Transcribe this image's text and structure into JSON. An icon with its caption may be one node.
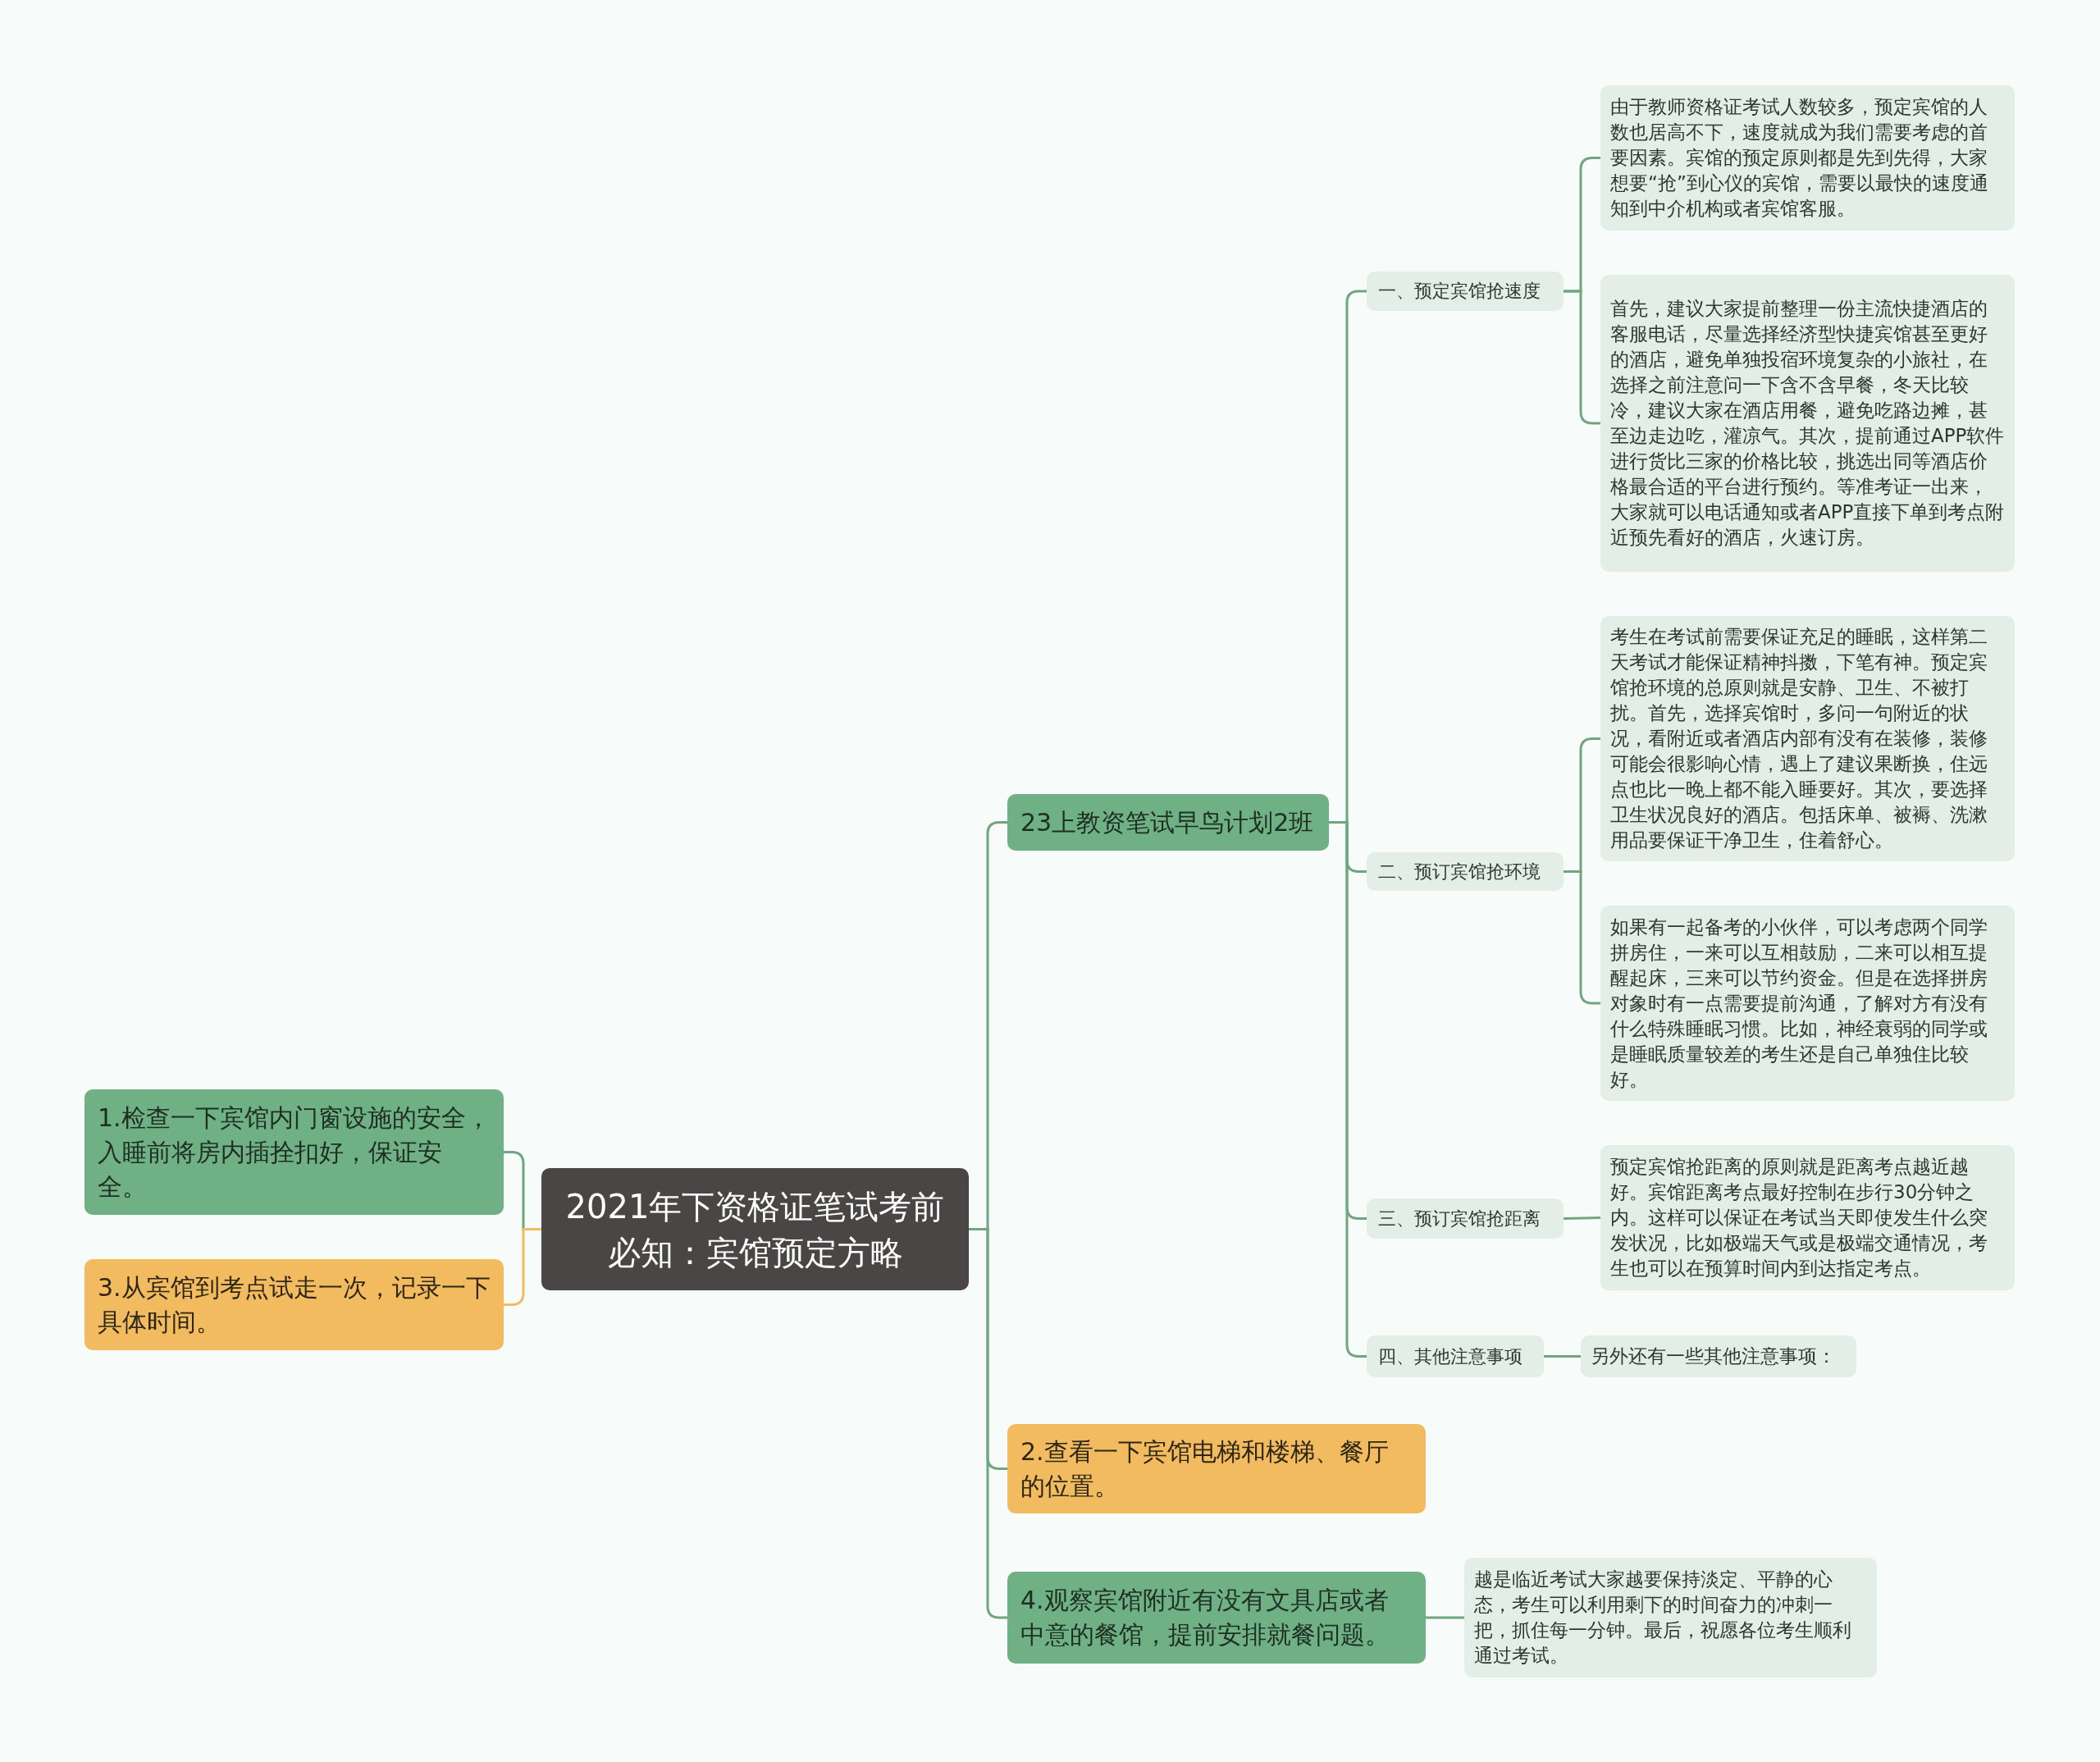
{
  "diagram": {
    "nodes": [
      {
        "text": [
          "2021年下资格证笔试考前必知：宾馆预定方略"
        ]
      },
      {
        "text": [
          "23上教资笔试早鸟计划2班"
        ]
      },
      {
        "text": [
          "一、预定宾馆抢速度"
        ]
      },
      {
        "text": [
          "由于教师资格证考试人数较多，预定宾馆的人数也居高不下，速度就成为我们需要考虑的首要因素。宾馆的预定原则都是先到先得，大家想要“抢”到心仪的宾馆，需要以最快的速度通知到中介机构或者宾馆客服。"
        ]
      },
      {
        "text": [
          "首先，建议大家提前整理一份主流快捷酒店的客服电话，尽量选择经济型快捷宾馆甚至更好的酒店，避免单独投宿环境复杂的小旅社，在选择之前注意问一下含不含早餐，冬天比较冷，建议大家在酒店用餐，避免吃路边摊，甚至边走边吃，灌凉气。其次，提前通过APP软件进行货比三家的价格比较，挑选出同等酒店价格最合适的平台进行预约。等准考证一出来，大家就可以电话通知或者APP直接下单到考点附近预先看好的酒店，火速订房。"
        ]
      },
      {
        "text": [
          "二、预订宾馆抢环境"
        ]
      },
      {
        "text": [
          "考生在考试前需要保证充足的睡眠，这样第二天考试才能保证精神抖擞，下笔有神。预定宾馆抢环境的总原则就是安静、卫生、不被打扰。首先，选择宾馆时，多问一句附近的状况，看附近或者酒店内部有没有在装修，装修可能会很影响心情，遇上了建议果断换，住远点也比一晚上都不能入睡要好。其次，要选择卫生状况良好的酒店。包括床单、被褥、洗漱用品要保证干净卫生，住着舒心。"
        ]
      },
      {
        "text": [
          "如果有一起备考的小伙伴，可以考虑两个同学拼房住，一来可以互相鼓励，二来可以相互提醒起床，三来可以节约资金。但是在选择拼房对象时有一点需要提前沟通，了解对方有没有什么特殊睡眠习惯。比如，神经衰弱的同学或是睡眠质量较差的考生还是自己单独住比较好。"
        ]
      },
      {
        "text": [
          "三、预订宾馆抢距离"
        ]
      },
      {
        "text": [
          "预定宾馆抢距离的原则就是距离考点越近越好。宾馆距离考点最好控制在步行30分钟之内。这样可以保证在考试当天即使发生什么突发状况，比如极端天气或是极端交通情况，考生也可以在预算时间内到达指定考点。"
        ]
      },
      {
        "text": [
          "四、其他注意事项"
        ]
      },
      {
        "text": [
          "另外还有一些其他注意事项："
        ]
      },
      {
        "text": [
          "2.查看一下宾馆电梯和楼梯、餐厅的位置。"
        ]
      },
      {
        "text": [
          "4.观察宾馆附近有没有文具店或者中意的餐馆，提前安排就餐问题。"
        ]
      },
      {
        "text": [
          "越是临近考试大家越要保持淡定、平静的心态，考生可以利用剩下的时间奋力的冲刺一把，抓住每一分钟。最后，祝愿各位考生顺利通过考试。"
        ]
      },
      {
        "text": [
          "1.检查一下宾馆内门窗设施的安全，入睡前将房内插拴扣好，保证安全。"
        ]
      },
      {
        "text": [
          "3.从宾馆到考点试走一次，记录一下具体时间。"
        ]
      }
    ],
    "edges": [
      {
        "from": 0,
        "to": 1,
        "arrow": "none"
      },
      {
        "from": 1,
        "to": 2,
        "arrow": "none"
      },
      {
        "from": 2,
        "to": 3,
        "arrow": "none"
      },
      {
        "from": 2,
        "to": 4,
        "arrow": "none"
      },
      {
        "from": 1,
        "to": 5,
        "arrow": "none"
      },
      {
        "from": 5,
        "to": 6,
        "arrow": "none"
      },
      {
        "from": 5,
        "to": 7,
        "arrow": "none"
      },
      {
        "from": 1,
        "to": 8,
        "arrow": "none"
      },
      {
        "from": 8,
        "to": 9,
        "arrow": "none"
      },
      {
        "from": 1,
        "to": 10,
        "arrow": "none"
      },
      {
        "from": 10,
        "to": 11,
        "arrow": "none"
      },
      {
        "from": 0,
        "to": 12,
        "arrow": "none"
      },
      {
        "from": 0,
        "to": 13,
        "arrow": "none"
      },
      {
        "from": 13,
        "to": 14,
        "arrow": "none"
      },
      {
        "from": 0,
        "to": 15,
        "arrow": "none"
      },
      {
        "from": 0,
        "to": 16,
        "arrow": "none",
        "color": "#f2bb60"
      }
    ]
  }
}
